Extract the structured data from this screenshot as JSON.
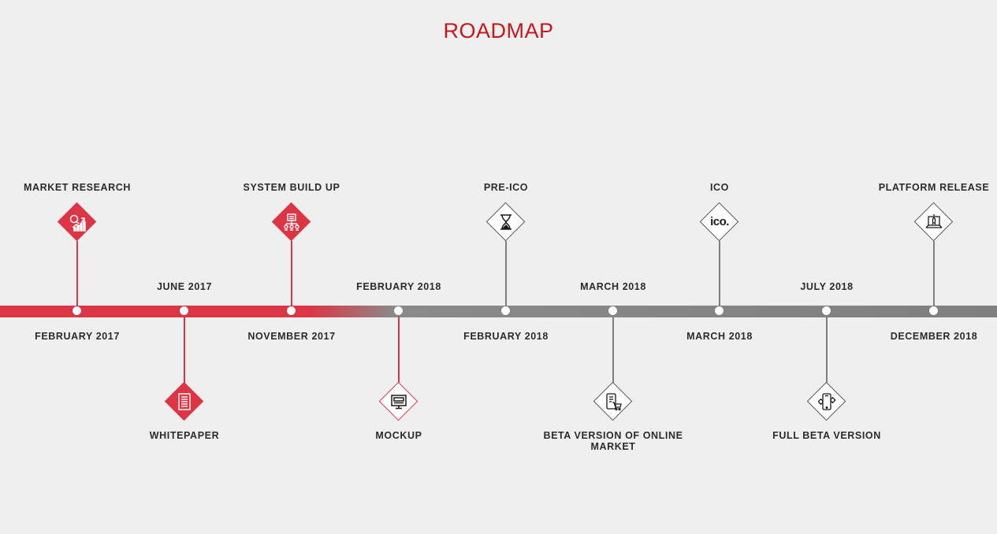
{
  "title": "ROADMAP",
  "colors": {
    "accent": "#dc3545",
    "title": "#c8161d",
    "grey": "#7f7f7f"
  },
  "milestones": [
    {
      "name": "MARKET RESEARCH",
      "date": "FEBRUARY 2017",
      "icon": "market-research-chart-icon",
      "style": "filled"
    },
    {
      "name": "WHITEPAPER",
      "date": "JUNE 2017",
      "icon": "document-icon",
      "style": "filled"
    },
    {
      "name": "SYSTEM BUILD UP",
      "date": "NOVEMBER 2017",
      "icon": "network-build-icon",
      "style": "filled"
    },
    {
      "name": "MOCKUP",
      "date": "FEBRUARY 2018",
      "icon": "monitor-icon",
      "style": "outline-red"
    },
    {
      "name": "PRE-ICO",
      "date": "FEBRUARY 2018",
      "icon": "hourglass-icon",
      "style": "outline"
    },
    {
      "name": "BETA VERSION OF ONLINE MARKET",
      "date": "MARCH 2018",
      "icon": "mobile-cart-icon",
      "style": "outline"
    },
    {
      "name": "ICO",
      "date": "MARCH 2018",
      "icon": "ico-text-icon",
      "icon_text": "ico.",
      "style": "outline"
    },
    {
      "name": "FULL BETA VERSION",
      "date": "JULY 2018",
      "icon": "mobile-gears-icon",
      "style": "outline"
    },
    {
      "name": "PLATFORM RELEASE",
      "date": "DECEMBER 2018",
      "icon": "laptop-rocket-icon",
      "style": "outline"
    }
  ]
}
